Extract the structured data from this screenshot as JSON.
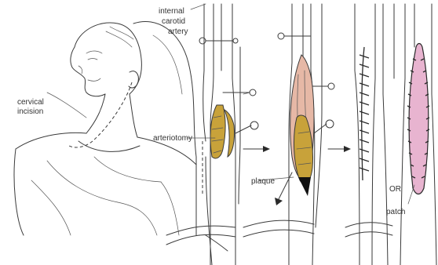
{
  "labels": {
    "internal_carotid_line1": "internal",
    "internal_carotid_line2": "carotid",
    "internal_carotid_line3": "artery",
    "cervical_line1": "cervical",
    "cervical_line2": "incision",
    "arteriotomy": "arteriotomy",
    "plaque": "plaque",
    "or": "OR",
    "patch": "patch"
  },
  "colors": {
    "plaque_fill": "#c8a23a",
    "artery_wall_pink": "#e6b8a6",
    "patch_fill": "#e8b4d0",
    "clamp_black": "#111111"
  }
}
